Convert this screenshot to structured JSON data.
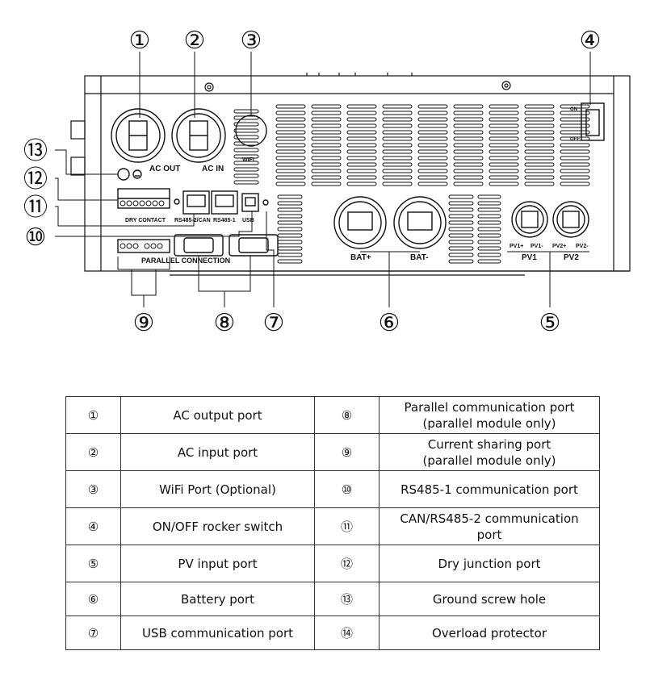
{
  "diagram": {
    "callouts": [
      "①",
      "②",
      "③",
      "④",
      "⑤",
      "⑥",
      "⑦",
      "⑧",
      "⑨",
      "⑩",
      "⑪",
      "⑫",
      "⑬"
    ],
    "panel_labels": {
      "ac_out": "AC OUT",
      "ac_in": "AC IN",
      "wifi": "WIFI",
      "on": "ON",
      "off": "OFF",
      "dry_contact": "DRY CONTACT",
      "rs485_2_can": "RS485-2/CAN",
      "rs485_1": "RS485-1",
      "usb": "USB",
      "parallel_connection": "PARALLEL CONNECTION",
      "bat_plus": "BAT+",
      "bat_minus": "BAT-",
      "pv1_plus": "PV1+",
      "pv1_minus": "PV1-",
      "pv2_plus": "PV2+",
      "pv2_minus": "PV2-",
      "pv1": "PV1",
      "pv2": "PV2"
    }
  },
  "legend": {
    "rows": [
      {
        "n1": "①",
        "t1": "AC output port",
        "n2": "⑧",
        "t2": "Parallel communication port\n(parallel module only)"
      },
      {
        "n1": "②",
        "t1": "AC input port",
        "n2": "⑨",
        "t2": "Current sharing port\n(parallel module only)"
      },
      {
        "n1": "③",
        "t1": "WiFi Port (Optional)",
        "n2": "⑩",
        "t2": "RS485-1 communication port"
      },
      {
        "n1": "④",
        "t1": "ON/OFF rocker switch",
        "n2": "⑪",
        "t2": "CAN/RS485-2 communication\nport"
      },
      {
        "n1": "⑤",
        "t1": "PV input port",
        "n2": "⑫",
        "t2": "Dry junction port"
      },
      {
        "n1": "⑥",
        "t1": "Battery port",
        "n2": "⑬",
        "t2": "Ground screw hole"
      },
      {
        "n1": "⑦",
        "t1": "USB communication port",
        "n2": "⑭",
        "t2": "Overload protector"
      }
    ]
  }
}
